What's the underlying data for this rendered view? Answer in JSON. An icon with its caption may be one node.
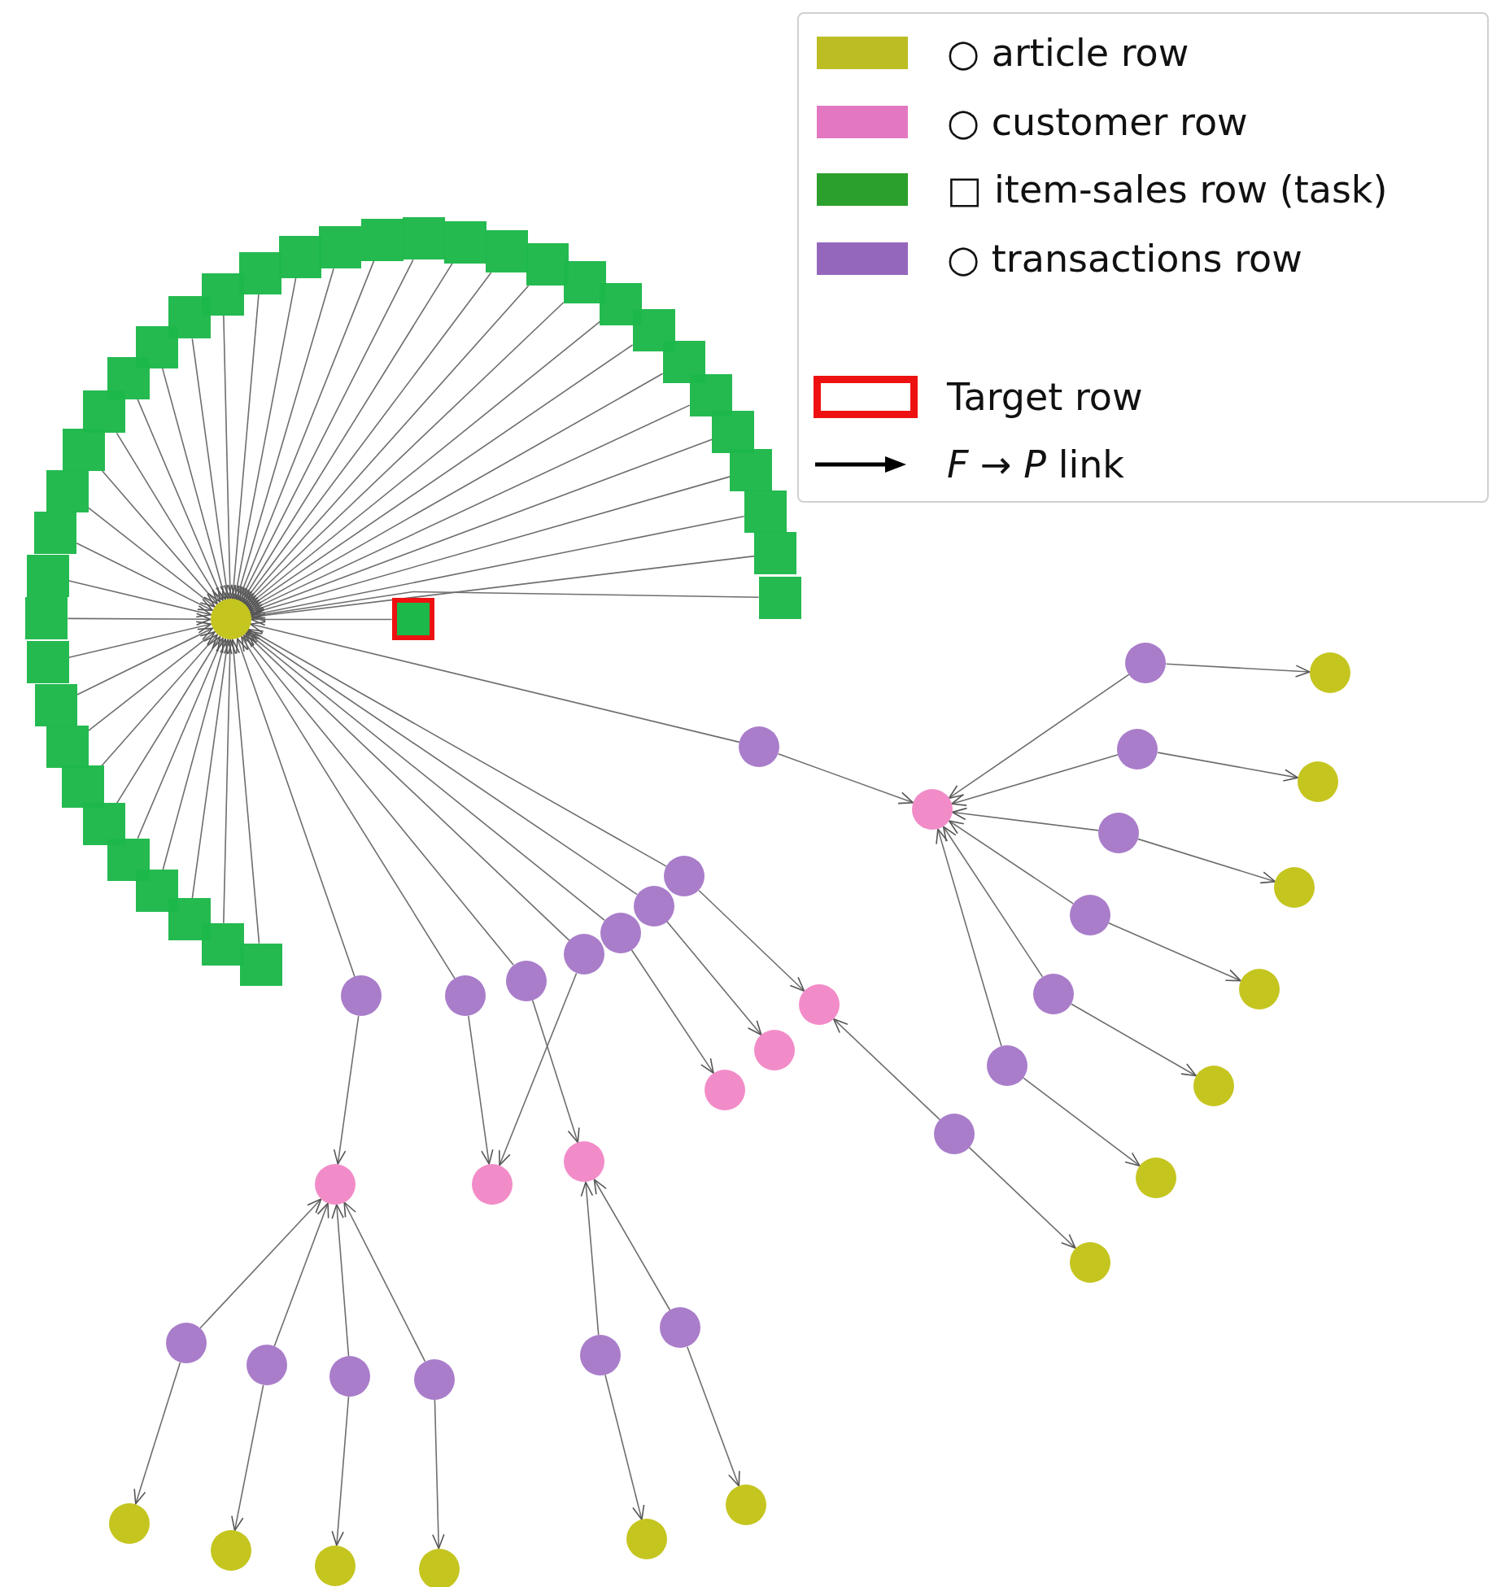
{
  "diagram": {
    "nodes": [
      {
        "text": [],
        "shape": "circle"
      },
      {
        "text": [],
        "shape": "box"
      },
      {
        "text": [],
        "shape": "box"
      },
      {
        "text": [],
        "shape": "box"
      },
      {
        "text": [],
        "shape": "box"
      },
      {
        "text": [],
        "shape": "box"
      },
      {
        "text": [],
        "shape": "box"
      },
      {
        "text": [],
        "shape": "box"
      },
      {
        "text": [],
        "shape": "box"
      },
      {
        "text": [],
        "shape": "box"
      },
      {
        "text": [],
        "shape": "box"
      },
      {
        "text": [],
        "shape": "box"
      },
      {
        "text": [],
        "shape": "box"
      },
      {
        "text": [],
        "shape": "box"
      },
      {
        "text": [],
        "shape": "box"
      },
      {
        "text": [],
        "shape": "box"
      },
      {
        "text": [],
        "shape": "box"
      },
      {
        "text": [],
        "shape": "box"
      },
      {
        "text": [],
        "shape": "box"
      },
      {
        "text": [],
        "shape": "box"
      },
      {
        "text": [],
        "shape": "box"
      },
      {
        "text": [],
        "shape": "box"
      },
      {
        "text": [],
        "shape": "box"
      },
      {
        "text": [],
        "shape": "box"
      },
      {
        "text": [],
        "shape": "box"
      },
      {
        "text": [],
        "shape": "box"
      },
      {
        "text": [],
        "shape": "box"
      },
      {
        "text": [],
        "shape": "box"
      },
      {
        "text": [],
        "shape": "box"
      },
      {
        "text": [],
        "shape": "box"
      },
      {
        "text": [],
        "shape": "box"
      },
      {
        "text": [],
        "shape": "box"
      },
      {
        "text": [],
        "shape": "box"
      },
      {
        "text": [],
        "shape": "box"
      },
      {
        "text": [],
        "shape": "box"
      },
      {
        "text": [],
        "shape": "box"
      },
      {
        "text": [],
        "shape": "box"
      },
      {
        "text": [],
        "shape": "box"
      },
      {
        "text": [],
        "shape": "box"
      },
      {
        "text": [],
        "shape": "box"
      },
      {
        "text": [],
        "shape": "circle"
      },
      {
        "text": [],
        "shape": "circle"
      },
      {
        "text": [],
        "shape": "circle"
      },
      {
        "text": [],
        "shape": "circle"
      },
      {
        "text": [],
        "shape": "circle"
      },
      {
        "text": [],
        "shape": "circle"
      },
      {
        "text": [],
        "shape": "circle"
      },
      {
        "text": [],
        "shape": "circle"
      },
      {
        "text": [],
        "shape": "circle"
      },
      {
        "text": [],
        "shape": "circle"
      },
      {
        "text": [],
        "shape": "circle"
      },
      {
        "text": [],
        "shape": "circle"
      },
      {
        "text": [],
        "shape": "circle"
      },
      {
        "text": [],
        "shape": "circle"
      },
      {
        "text": [],
        "shape": "circle"
      },
      {
        "text": [],
        "shape": "circle"
      },
      {
        "text": [],
        "shape": "circle"
      },
      {
        "text": [],
        "shape": "circle"
      },
      {
        "text": [],
        "shape": "circle"
      },
      {
        "text": [],
        "shape": "circle"
      },
      {
        "text": [],
        "shape": "circle"
      },
      {
        "text": [],
        "shape": "circle"
      },
      {
        "text": [],
        "shape": "circle"
      },
      {
        "text": [],
        "shape": "circle"
      },
      {
        "text": [],
        "shape": "circle"
      },
      {
        "text": [],
        "shape": "circle"
      },
      {
        "text": [],
        "shape": "circle"
      },
      {
        "text": [],
        "shape": "circle"
      },
      {
        "text": [],
        "shape": "circle"
      },
      {
        "text": [],
        "shape": "circle"
      },
      {
        "text": [],
        "shape": "circle"
      },
      {
        "text": [],
        "shape": "circle"
      },
      {
        "text": [],
        "shape": "circle"
      },
      {
        "text": [],
        "shape": "circle"
      },
      {
        "text": [],
        "shape": "circle"
      },
      {
        "text": [],
        "shape": "circle"
      },
      {
        "text": [],
        "shape": "circle"
      },
      {
        "text": [],
        "shape": "circle"
      },
      {
        "text": [],
        "shape": "circle"
      },
      {
        "text": [],
        "shape": "circle"
      },
      {
        "text": [],
        "shape": "circle"
      }
    ],
    "edges": [
      {
        "from": 1,
        "to": 0,
        "arrow": "to"
      },
      {
        "from": 2,
        "to": 0,
        "arrow": "to"
      },
      {
        "from": 3,
        "to": 0,
        "arrow": "to"
      },
      {
        "from": 4,
        "to": 0,
        "arrow": "to"
      },
      {
        "from": 5,
        "to": 0,
        "arrow": "to"
      },
      {
        "from": 6,
        "to": 0,
        "arrow": "to"
      },
      {
        "from": 7,
        "to": 0,
        "arrow": "to"
      },
      {
        "from": 8,
        "to": 0,
        "arrow": "to"
      },
      {
        "from": 9,
        "to": 0,
        "arrow": "to"
      },
      {
        "from": 10,
        "to": 0,
        "arrow": "to"
      },
      {
        "from": 11,
        "to": 0,
        "arrow": "to"
      },
      {
        "from": 12,
        "to": 0,
        "arrow": "to"
      },
      {
        "from": 13,
        "to": 0,
        "arrow": "to"
      },
      {
        "from": 14,
        "to": 0,
        "arrow": "to"
      },
      {
        "from": 15,
        "to": 0,
        "arrow": "to"
      },
      {
        "from": 16,
        "to": 0,
        "arrow": "to"
      },
      {
        "from": 17,
        "to": 0,
        "arrow": "to"
      },
      {
        "from": 18,
        "to": 0,
        "arrow": "to"
      },
      {
        "from": 19,
        "to": 0,
        "arrow": "to"
      },
      {
        "from": 20,
        "to": 0,
        "arrow": "to"
      },
      {
        "from": 21,
        "to": 0,
        "arrow": "to"
      },
      {
        "from": 22,
        "to": 0,
        "arrow": "to"
      },
      {
        "from": 23,
        "to": 0,
        "arrow": "to"
      },
      {
        "from": 24,
        "to": 0,
        "arrow": "to"
      },
      {
        "from": 25,
        "to": 0,
        "arrow": "to"
      },
      {
        "from": 26,
        "to": 0,
        "arrow": "to"
      },
      {
        "from": 27,
        "to": 0,
        "arrow": "to"
      },
      {
        "from": 28,
        "to": 0,
        "arrow": "to"
      },
      {
        "from": 29,
        "to": 0,
        "arrow": "to"
      },
      {
        "from": 30,
        "to": 0,
        "arrow": "to"
      },
      {
        "from": 31,
        "to": 0,
        "arrow": "to"
      },
      {
        "from": 32,
        "to": 0,
        "arrow": "to"
      },
      {
        "from": 33,
        "to": 0,
        "arrow": "to"
      },
      {
        "from": 34,
        "to": 0,
        "arrow": "to"
      },
      {
        "from": 35,
        "to": 0,
        "arrow": "to"
      },
      {
        "from": 36,
        "to": 0,
        "arrow": "to"
      },
      {
        "from": 37,
        "to": 0,
        "arrow": "to"
      },
      {
        "from": 38,
        "to": 0,
        "arrow": "to"
      },
      {
        "from": 39,
        "to": 0,
        "arrow": "to"
      },
      {
        "from": 40,
        "to": 0,
        "arrow": "to"
      },
      {
        "from": 41,
        "to": 0,
        "arrow": "to"
      },
      {
        "from": 42,
        "to": 0,
        "arrow": "to"
      },
      {
        "from": 43,
        "to": 0,
        "arrow": "to"
      },
      {
        "from": 44,
        "to": 0,
        "arrow": "to"
      },
      {
        "from": 45,
        "to": 0,
        "arrow": "to"
      },
      {
        "from": 46,
        "to": 0,
        "arrow": "to"
      },
      {
        "from": 47,
        "to": 0,
        "arrow": "to"
      },
      {
        "from": 40,
        "to": 48,
        "arrow": "to"
      },
      {
        "from": 41,
        "to": 49,
        "arrow": "to"
      },
      {
        "from": 42,
        "to": 50,
        "arrow": "to"
      },
      {
        "from": 43,
        "to": 51,
        "arrow": "to"
      },
      {
        "from": 44,
        "to": 52,
        "arrow": "to"
      },
      {
        "from": 45,
        "to": 53,
        "arrow": "to"
      },
      {
        "from": 46,
        "to": 52,
        "arrow": "to"
      },
      {
        "from": 47,
        "to": 54,
        "arrow": "to"
      },
      {
        "from": 55,
        "to": 48,
        "arrow": "to"
      },
      {
        "from": 56,
        "to": 48,
        "arrow": "to"
      },
      {
        "from": 57,
        "to": 48,
        "arrow": "to"
      },
      {
        "from": 58,
        "to": 48,
        "arrow": "to"
      },
      {
        "from": 59,
        "to": 48,
        "arrow": "to"
      },
      {
        "from": 60,
        "to": 48,
        "arrow": "to"
      },
      {
        "from": 61,
        "to": 49,
        "arrow": "to"
      },
      {
        "from": 55,
        "to": 68,
        "arrow": "to"
      },
      {
        "from": 56,
        "to": 69,
        "arrow": "to"
      },
      {
        "from": 57,
        "to": 70,
        "arrow": "to"
      },
      {
        "from": 58,
        "to": 71,
        "arrow": "to"
      },
      {
        "from": 59,
        "to": 72,
        "arrow": "to"
      },
      {
        "from": 60,
        "to": 73,
        "arrow": "to"
      },
      {
        "from": 61,
        "to": 74,
        "arrow": "to"
      },
      {
        "from": 62,
        "to": 54,
        "arrow": "to"
      },
      {
        "from": 63,
        "to": 54,
        "arrow": "to"
      },
      {
        "from": 64,
        "to": 54,
        "arrow": "to"
      },
      {
        "from": 65,
        "to": 54,
        "arrow": "to"
      },
      {
        "from": 66,
        "to": 53,
        "arrow": "to"
      },
      {
        "from": 67,
        "to": 53,
        "arrow": "to"
      },
      {
        "from": 62,
        "to": 75,
        "arrow": "to"
      },
      {
        "from": 63,
        "to": 76,
        "arrow": "to"
      },
      {
        "from": 64,
        "to": 77,
        "arrow": "to"
      },
      {
        "from": 65,
        "to": 78,
        "arrow": "to"
      },
      {
        "from": 66,
        "to": 79,
        "arrow": "to"
      },
      {
        "from": 67,
        "to": 80,
        "arrow": "to"
      }
    ],
    "legend": [
      {
        "text": "○ article row",
        "color": "#bcbd22"
      },
      {
        "text": "○ customer row",
        "color": "#e377c2"
      },
      {
        "text": "□ item-sales row (task)",
        "color": "#2ca02c"
      },
      {
        "text": "○ transactions row",
        "color": "#9467bd"
      },
      {
        "text": "Target row"
      },
      {
        "text": "*F* → *P* link"
      }
    ]
  }
}
